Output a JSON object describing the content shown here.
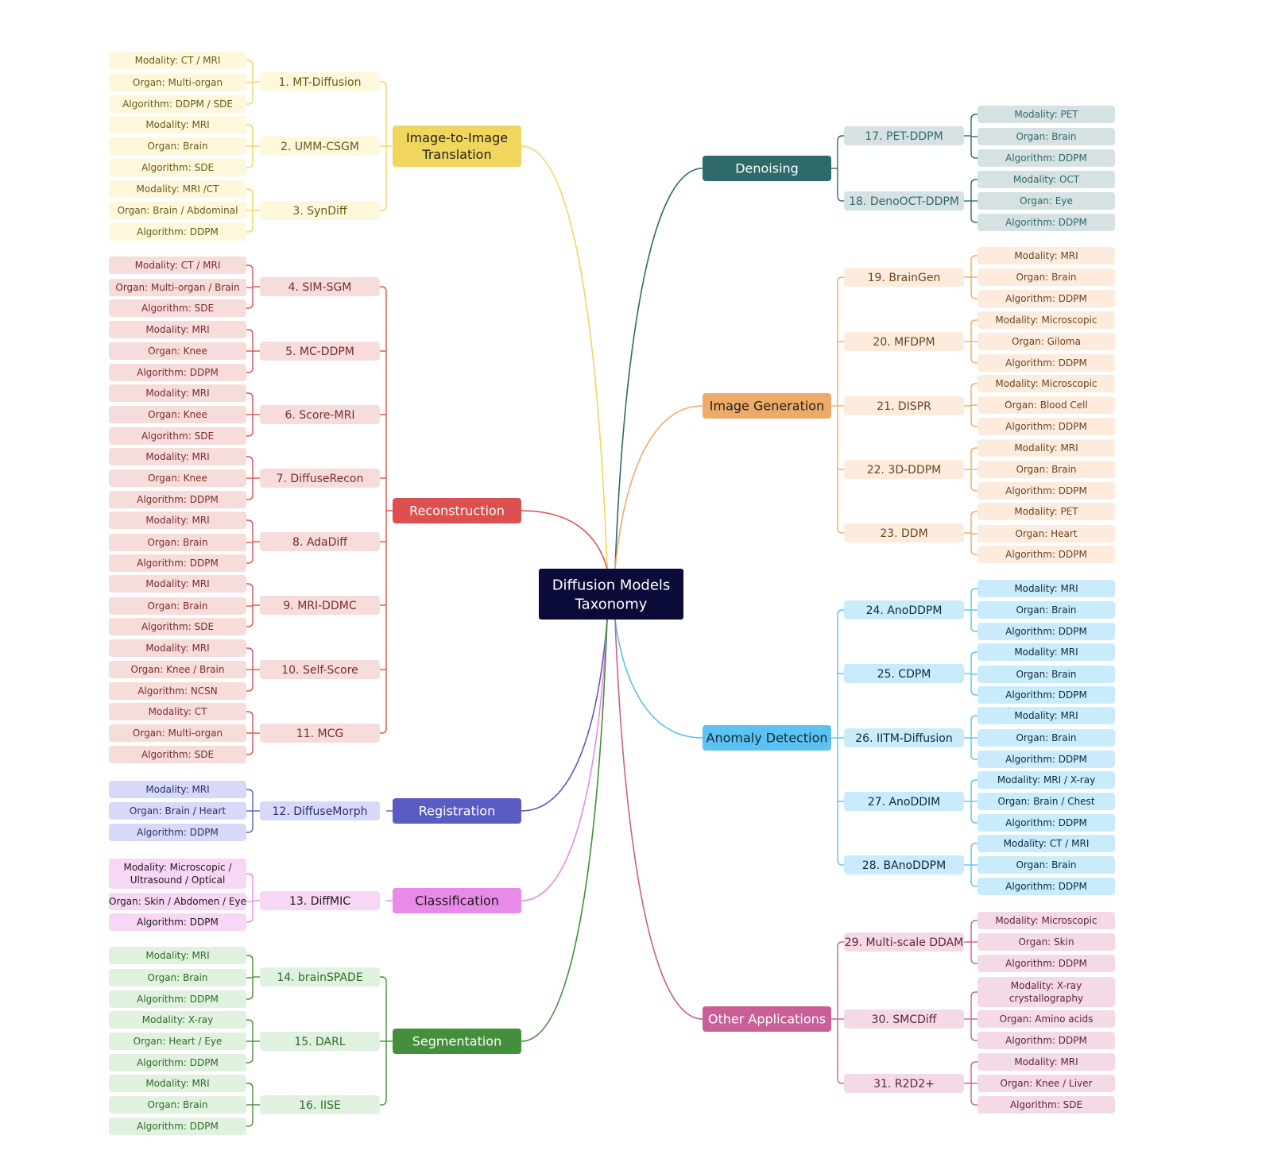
{
  "root": {
    "label_lines": [
      "Diffusion Models",
      "Taxonomy"
    ]
  },
  "categories": [
    {
      "label_lines": [
        "Image-to-Image",
        "Translation"
      ],
      "color": "#f0d65c",
      "light": "#fdf8dc",
      "text": "#6b5a14",
      "cat_text": "#222222",
      "methods": [
        {
          "name": "1. MT-Diffusion",
          "attrs": [
            [
              "Modality: CT / MRI"
            ],
            [
              "Organ: Multi-organ"
            ],
            [
              "Algorithm: DDPM / SDE"
            ]
          ]
        },
        {
          "name": "2. UMM-CSGM",
          "attrs": [
            [
              "Modality: MRI"
            ],
            [
              "Organ: Brain"
            ],
            [
              "Algorithm: SDE"
            ]
          ]
        },
        {
          "name": "3. SynDiff",
          "attrs": [
            [
              "Modality: MRI /CT"
            ],
            [
              "Organ: Brain / Abdominal"
            ],
            [
              "Algorithm: DDPM"
            ]
          ]
        }
      ]
    },
    {
      "label_lines": [
        "Reconstruction"
      ],
      "color": "#de4f4f",
      "light": "#f7dcdc",
      "text": "#7a2c2c",
      "cat_text": "#ffffff",
      "methods": [
        {
          "name": "4. SIM-SGM",
          "attrs": [
            [
              "Modality: CT / MRI"
            ],
            [
              "Organ: Multi-organ / Brain"
            ],
            [
              "Algorithm: SDE"
            ]
          ]
        },
        {
          "name": "5. MC-DDPM",
          "attrs": [
            [
              "Modality: MRI"
            ],
            [
              "Organ: Knee"
            ],
            [
              "Algorithm: DDPM"
            ]
          ]
        },
        {
          "name": "6. Score-MRI",
          "attrs": [
            [
              "Modality: MRI"
            ],
            [
              "Organ: Knee"
            ],
            [
              "Algorithm: SDE"
            ]
          ]
        },
        {
          "name": "7. DiffuseRecon",
          "attrs": [
            [
              "Modality: MRI"
            ],
            [
              "Organ: Knee"
            ],
            [
              "Algorithm: DDPM"
            ]
          ]
        },
        {
          "name": "8. AdaDiff",
          "attrs": [
            [
              "Modality: MRI"
            ],
            [
              "Organ: Brain"
            ],
            [
              "Algorithm: DDPM"
            ]
          ]
        },
        {
          "name": "9. MRI-DDMC",
          "attrs": [
            [
              "Modality: MRI"
            ],
            [
              "Organ: Brain"
            ],
            [
              "Algorithm: SDE"
            ]
          ]
        },
        {
          "name": "10. Self-Score",
          "attrs": [
            [
              "Modality: MRI"
            ],
            [
              "Organ: Knee / Brain"
            ],
            [
              "Algorithm: NCSN"
            ]
          ]
        },
        {
          "name": "11. MCG",
          "attrs": [
            [
              "Modality: CT"
            ],
            [
              "Organ: Multi-organ"
            ],
            [
              "Algorithm: SDE"
            ]
          ]
        }
      ]
    },
    {
      "label_lines": [
        "Registration"
      ],
      "color": "#5b5bc4",
      "light": "#d6d9f7",
      "text": "#2e2e6e",
      "cat_text": "#ffffff",
      "methods": [
        {
          "name": "12. DiffuseMorph",
          "attrs": [
            [
              "Modality: MRI"
            ],
            [
              "Organ: Brain / Heart"
            ],
            [
              "Algorithm: DDPM"
            ]
          ]
        }
      ]
    },
    {
      "label_lines": [
        "Classification"
      ],
      "color": "#e98ae8",
      "light": "#f8d6f5",
      "text": "#1a1a1a",
      "cat_text": "#1a1a1a",
      "methods": [
        {
          "name": "13. DiffMIC",
          "attrs": [
            [
              "Modality: Microscopic /",
              "Ultrasound / Optical"
            ],
            [
              "Organ: Skin / Abdomen / Eye"
            ],
            [
              "Algorithm: DDPM"
            ]
          ]
        }
      ]
    },
    {
      "label_lines": [
        "Segmentation"
      ],
      "color": "#448f3b",
      "light": "#e0f2df",
      "text": "#2e6b28",
      "cat_text": "#ffffff",
      "methods": [
        {
          "name": "14. brainSPADE",
          "attrs": [
            [
              "Modality: MRI"
            ],
            [
              "Organ: Brain"
            ],
            [
              "Algorithm: DDPM"
            ]
          ]
        },
        {
          "name": "15. DARL",
          "attrs": [
            [
              "Modality: X-ray"
            ],
            [
              "Organ: Heart / Eye"
            ],
            [
              "Algorithm: DDPM"
            ]
          ]
        },
        {
          "name": "16. IISE",
          "attrs": [
            [
              "Modality: MRI"
            ],
            [
              "Organ: Brain"
            ],
            [
              "Algorithm: DDPM"
            ]
          ]
        }
      ]
    },
    {
      "label_lines": [
        "Denoising"
      ],
      "color": "#2f6a6b",
      "light": "#d5e1e2",
      "text": "#2f6a6b",
      "cat_text": "#ffffff",
      "methods": [
        {
          "name": "17. PET-DDPM",
          "attrs": [
            [
              "Modality: PET"
            ],
            [
              "Organ: Brain"
            ],
            [
              "Algorithm: DDPM"
            ]
          ]
        },
        {
          "name": "18. DenoOCT-DDPM",
          "attrs": [
            [
              "Modality: OCT"
            ],
            [
              "Organ: Eye"
            ],
            [
              "Algorithm: DDPM"
            ]
          ]
        }
      ]
    },
    {
      "label_lines": [
        "Image Generation"
      ],
      "color": "#eeaa68",
      "light": "#fdecdd",
      "text": "#6b4422",
      "cat_text": "#222222",
      "methods": [
        {
          "name": "19. BrainGen",
          "attrs": [
            [
              "Modality: MRI"
            ],
            [
              "Organ: Brain"
            ],
            [
              "Algorithm: DDPM"
            ]
          ]
        },
        {
          "name": "20. MFDPM",
          "attrs": [
            [
              "Modality: Microscopic"
            ],
            [
              "Organ: Giloma"
            ],
            [
              "Algorithm: DDPM"
            ]
          ]
        },
        {
          "name": "21. DISPR",
          "attrs": [
            [
              "Modality: Microscopic"
            ],
            [
              "Organ: Blood Cell"
            ],
            [
              "Algorithm: DDPM"
            ]
          ]
        },
        {
          "name": "22. 3D-DDPM",
          "attrs": [
            [
              "Modality: MRI"
            ],
            [
              "Organ: Brain"
            ],
            [
              "Algorithm: DDPM"
            ]
          ]
        },
        {
          "name": "23. DDM",
          "attrs": [
            [
              "Modality: PET"
            ],
            [
              "Organ: Heart"
            ],
            [
              "Algorithm: DDPM"
            ]
          ]
        }
      ]
    },
    {
      "label_lines": [
        "Anomaly Detection"
      ],
      "color": "#5cc2f2",
      "light": "#c9ebfb",
      "text": "#0d2b3e",
      "cat_text": "#0d2b3e",
      "methods": [
        {
          "name": "24. AnoDDPM",
          "attrs": [
            [
              "Modality: MRI"
            ],
            [
              "Organ: Brain"
            ],
            [
              "Algorithm: DDPM"
            ]
          ]
        },
        {
          "name": "25. CDPM",
          "attrs": [
            [
              "Modality: MRI"
            ],
            [
              "Organ: Brain"
            ],
            [
              "Algorithm: DDPM"
            ]
          ]
        },
        {
          "name": "26. IITM-Diffusion",
          "attrs": [
            [
              "Modality: MRI"
            ],
            [
              "Organ: Brain"
            ],
            [
              "Algorithm: DDPM"
            ]
          ]
        },
        {
          "name": "27. AnoDDIM",
          "attrs": [
            [
              "Modality: MRI / X-ray"
            ],
            [
              "Organ: Brain / Chest"
            ],
            [
              "Algorithm: DDPM"
            ]
          ]
        },
        {
          "name": "28. BAnoDDPM",
          "attrs": [
            [
              "Modality: CT / MRI"
            ],
            [
              "Organ: Brain"
            ],
            [
              "Algorithm: DDPM"
            ]
          ]
        }
      ]
    },
    {
      "label_lines": [
        "Other Applications"
      ],
      "color": "#c95f96",
      "light": "#f4dae6",
      "text": "#5e2440",
      "cat_text": "#ffffff",
      "methods": [
        {
          "name": "29. Multi-scale DDAM",
          "attrs": [
            [
              "Modality: Microscopic"
            ],
            [
              "Organ: Skin"
            ],
            [
              "Algorithm: DDPM"
            ]
          ]
        },
        {
          "name": "30. SMCDiff",
          "attrs": [
            [
              "Modality: X-ray",
              "crystallography"
            ],
            [
              "Organ: Amino acids"
            ],
            [
              "Algorithm: DDPM"
            ]
          ]
        },
        {
          "name": "31. R2D2+",
          "attrs": [
            [
              "Modality: MRI"
            ],
            [
              "Organ: Knee / Liver"
            ],
            [
              "Algorithm: SDE"
            ]
          ]
        }
      ]
    }
  ]
}
